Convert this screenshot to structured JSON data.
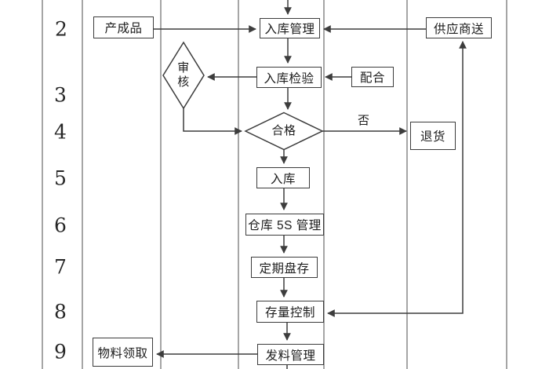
{
  "diagram": {
    "row_numbers": [
      "2",
      "3",
      "4",
      "5",
      "6",
      "7",
      "8",
      "9"
    ],
    "nodes": {
      "finished_goods": "产成品",
      "inbound_management": "入库管理",
      "supplier_delivery": "供应商送",
      "inbound_inspection": "入库检验",
      "cooperation": "配合",
      "review": "审核",
      "qualified": "合格",
      "return_goods": "退货",
      "put_in_storage": "入库",
      "warehouse_5s_management": "仓库 5S 管理",
      "periodic_stocktaking": "定期盘存",
      "stock_control": "存量控制",
      "material_issue_management": "发料管理",
      "material_pickup": "物料领取"
    },
    "edge_labels": {
      "no": "否"
    },
    "colors": {
      "background": "#ffffff",
      "connector_line": "#3d3d3d",
      "lane_line": "#6a6a6a",
      "text": "#1c1c1c"
    }
  }
}
